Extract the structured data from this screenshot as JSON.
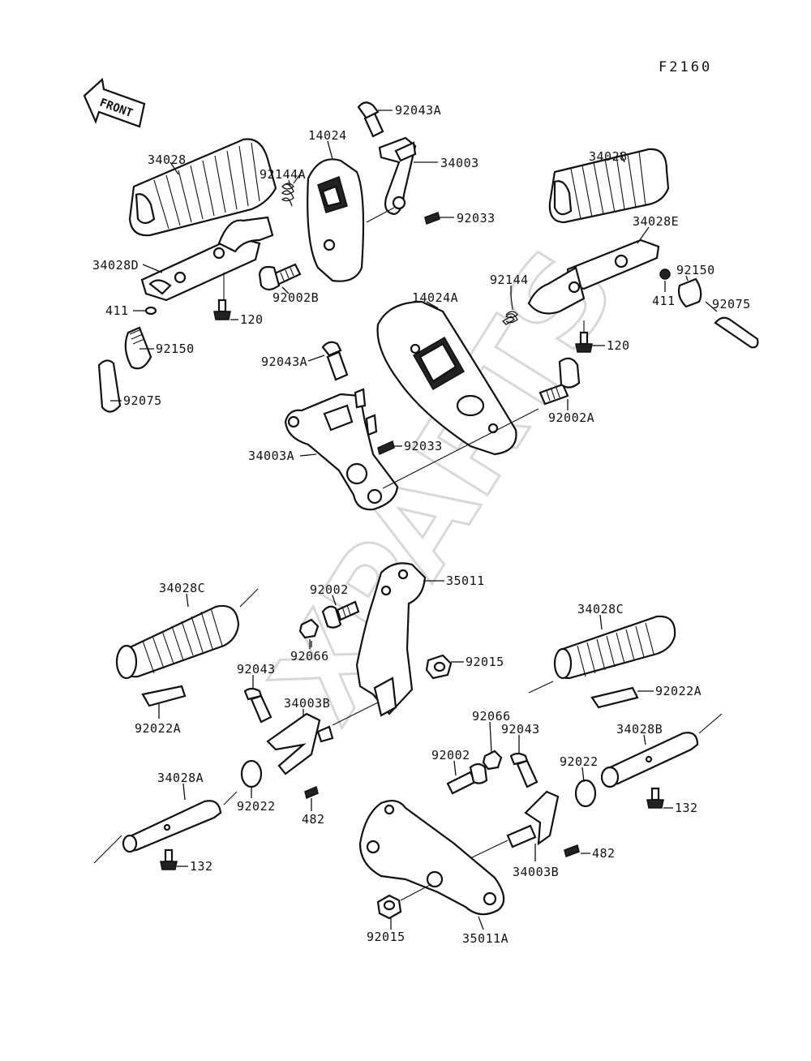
{
  "diagram_code": "F2160",
  "front_arrow": "FRONT",
  "watermark": "XPARTS",
  "labels": {
    "l_92043A_top": "92043A",
    "l_14024": "14024",
    "l_34003": "34003",
    "l_92144A": "92144A",
    "l_34028_left": "34028",
    "l_34028_right": "34028",
    "l_92033_top": "92033",
    "l_34028D": "34028D",
    "l_34028E": "34028E",
    "l_92150_right": "92150",
    "l_92002B": "92002B",
    "l_14024A": "14024A",
    "l_92144": "92144",
    "l_411_left": "411",
    "l_411_right": "411",
    "l_92075_right": "92075",
    "l_120_left": "120",
    "l_120_right": "120",
    "l_92150_left": "92150",
    "l_92043A_mid": "92043A",
    "l_92075_left": "92075",
    "l_92002A": "92002A",
    "l_92033_mid": "92033",
    "l_34003A": "34003A",
    "l_35011": "35011",
    "l_34028C_left": "34028C",
    "l_92002_top": "92002",
    "l_34028C_right": "34028C",
    "l_92066_top": "92066",
    "l_92015_top": "92015",
    "l_92043_left": "92043",
    "l_34003B_left": "34003B",
    "l_92022A_right": "92022A",
    "l_92022A_left": "92022A",
    "l_92066_bot": "92066",
    "l_92043_right": "92043",
    "l_34028B": "34028B",
    "l_92002_bot": "92002",
    "l_92022_right": "92022",
    "l_34028A": "34028A",
    "l_92022_left": "92022",
    "l_482_left": "482",
    "l_132_right": "132",
    "l_482_right": "482",
    "l_132_left": "132",
    "l_34003B_right": "34003B",
    "l_92015_bot": "92015",
    "l_35011A": "35011A"
  }
}
